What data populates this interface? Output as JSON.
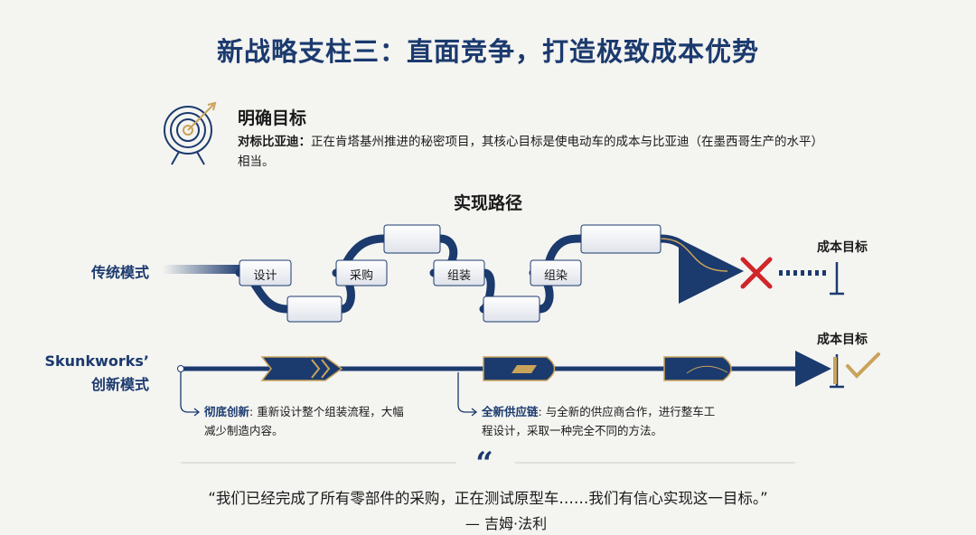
{
  "title": "新战略支柱三：直面竞争，打造极致成本优势",
  "goal": {
    "heading": "明确目标",
    "lead": "对标比亚迪：",
    "text": "正在肯塔基州推进的秘密项目，其核心目标是使电动车的成本与比亚迪（在墨西哥生产的水平）相当。"
  },
  "path_heading": "实现路径",
  "traditional": {
    "label": "传统模式",
    "steps": [
      "设计",
      "采购",
      "组装",
      "组染"
    ],
    "target_label": "成本目标",
    "outcome_icon": "cross-icon"
  },
  "skunkworks": {
    "label_line1": "Skunkworks’",
    "label_line2": "创新模式",
    "target_label": "成本目标",
    "outcome_icon": "check-icon",
    "callouts": [
      {
        "lead": "彻底创新",
        "text": ": 重新设计整个组装流程，大幅减少制造内容。"
      },
      {
        "lead": "全新供应链",
        "text": ": 与全新的供应商合作，进行整车工程设计，采取一种完全不同的方法。"
      }
    ]
  },
  "quote": {
    "text": "“我们已经完成了所有零部件的采购，正在测试原型车……我们有信心实现这一目标。”",
    "attribution": "— 吉姆·法利"
  },
  "colors": {
    "navy": "#1b3a6e",
    "gold": "#c9a35a",
    "red": "#d0262a"
  }
}
